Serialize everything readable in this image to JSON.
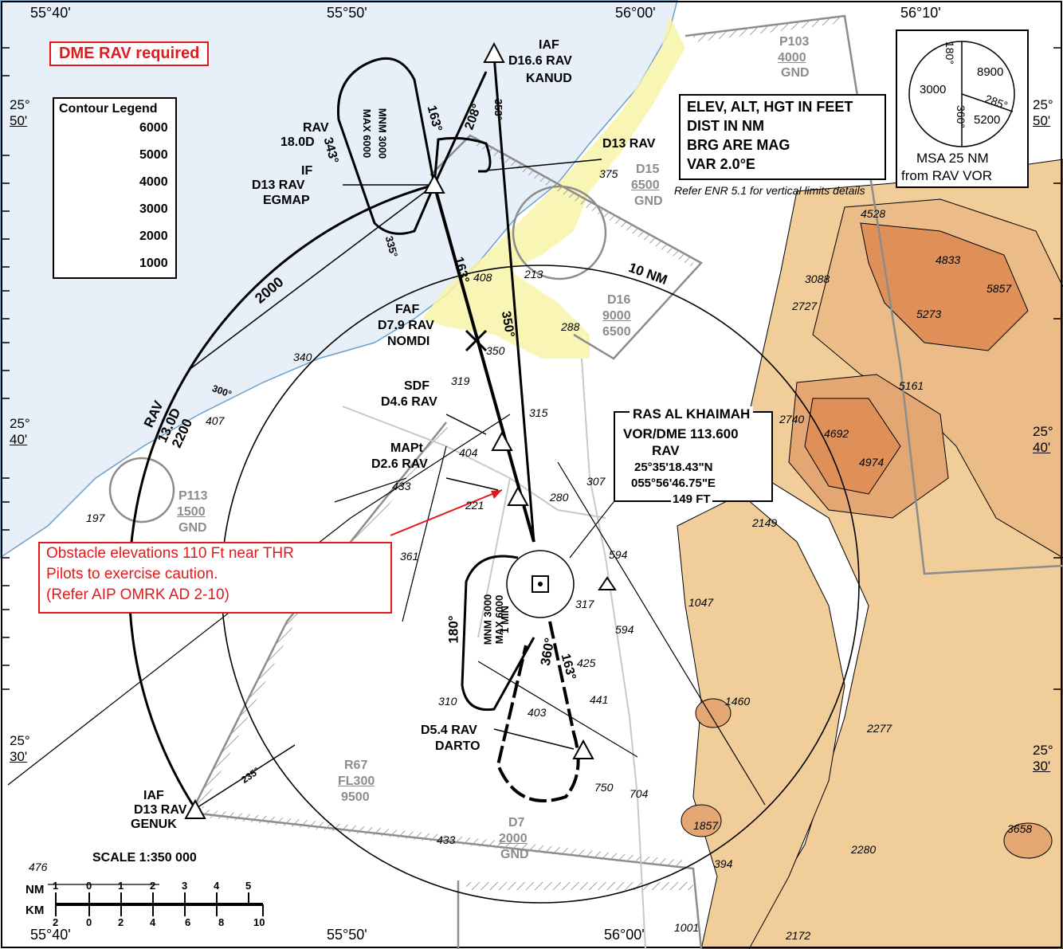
{
  "coords": {
    "top_lon": [
      "55°40'",
      "55°50'",
      "56°00'",
      "56°10'"
    ],
    "bottom_lon": [
      "55°40'",
      "55°50'",
      "56°00'"
    ],
    "lat_left": [
      {
        "deg": "25°",
        "min": "50'"
      },
      {
        "deg": "25°",
        "min": "40'"
      },
      {
        "deg": "25°",
        "min": "30'"
      }
    ],
    "lat_right": [
      {
        "deg": "25°",
        "min": "50'"
      },
      {
        "deg": "25°",
        "min": "40'"
      },
      {
        "deg": "25°",
        "min": "30'"
      }
    ]
  },
  "notice": {
    "dme_required": "DME RAV required"
  },
  "contour_legend": {
    "title": "Contour Legend",
    "levels": [
      "6000",
      "5000",
      "4000",
      "3000",
      "2000",
      "1000"
    ],
    "colors": [
      "#d4763f",
      "#de9058",
      "#e4a672",
      "#ebbb88",
      "#f1cd99"
    ]
  },
  "info_box": {
    "lines": [
      "ELEV, ALT, HGT IN FEET",
      "DIST IN NM",
      "BRG ARE MAG",
      "VAR 2.0°E"
    ],
    "note": "Refer ENR 5.1 for vertical limits details"
  },
  "msa": {
    "sector_north": "8900",
    "sector_west": "3000",
    "sector_south": "5200",
    "brg_180": "180°",
    "brg_285": "285°",
    "brg_360": "360°",
    "caption_line1": "MSA 25 NM",
    "caption_line2": "from RAV VOR"
  },
  "vor": {
    "name": "RAS AL KHAIMAH",
    "freq": "VOR/DME 113.600",
    "ident": "RAV",
    "lat": "25°35'18.43\"N",
    "lon": "055°56'46.75\"E",
    "elev": "149 FT"
  },
  "fixes": {
    "iaf_north": {
      "l1": "IAF",
      "l2": "D16.6 RAV",
      "l3": "KANUD"
    },
    "if": {
      "l1": "IF",
      "l2": "D13 RAV",
      "l3": "EGMAP"
    },
    "faf": {
      "l1": "FAF",
      "l2": "D7.9 RAV",
      "l3": "NOMDI"
    },
    "sdf": {
      "l1": "SDF",
      "l2": "D4.6 RAV"
    },
    "mapt": {
      "l1": "MAPt",
      "l2": "D2.6 RAV"
    },
    "darto": {
      "l1": "D5.4 RAV",
      "l2": "DARTO"
    },
    "iaf_sw": {
      "l1": "IAF",
      "l2": "D13 RAV",
      "l3": "GENUK"
    },
    "rav18": {
      "l1": "RAV",
      "l2": "18.0D"
    },
    "d13": "D13 RAV"
  },
  "tracks": {
    "t163_top": "163°",
    "t343": "343°",
    "t208": "208°",
    "t353": "353°",
    "t335": "335°",
    "t163_mid": "163°",
    "t350": "350°",
    "t180": "180°",
    "t360": "360°",
    "t163_low": "163°",
    "t300": "300°",
    "t235": "235°",
    "ten_nm": "10 NM",
    "arc_2000": "2000",
    "arc_l1": "RAV",
    "arc_l2": "13.0D",
    "arc_l3": "2200"
  },
  "holds": {
    "north": {
      "l1": "MNM 3000",
      "l2": "MAX 6000"
    },
    "south": {
      "l1": "MNM 3000",
      "l2": "MAX 6000",
      "l3": "1 MIN"
    }
  },
  "airspace": {
    "p103": {
      "name": "P103",
      "upper": "4000",
      "lower": "GND"
    },
    "d15": {
      "name": "D15",
      "upper": "6500",
      "lower": "GND"
    },
    "d16": {
      "name": "D16",
      "upper": "9000",
      "lower": "6500"
    },
    "p113": {
      "name": "P113",
      "upper": "1500",
      "lower": "GND"
    },
    "r67": {
      "name": "R67",
      "upper": "FL300",
      "lower": "9500"
    },
    "d7": {
      "name": "D7",
      "upper": "2000",
      "lower": "GND"
    }
  },
  "obstacles": [
    "375",
    "408",
    "213",
    "288",
    "350",
    "340",
    "319",
    "315",
    "407",
    "404",
    "433",
    "221",
    "280",
    "307",
    "197",
    "361",
    "594",
    "317",
    "594",
    "425",
    "310",
    "403",
    "441",
    "750",
    "704",
    "433",
    "1001"
  ],
  "spot_heights": [
    "4528",
    "4833",
    "3088",
    "5857",
    "2727",
    "5273",
    "2740",
    "5161",
    "4692",
    "4974",
    "2149",
    "1047",
    "1460",
    "2277",
    "1857",
    "394",
    "2280",
    "3658",
    "2172",
    "476"
  ],
  "caution": {
    "l1": "Obstacle elevations 110 Ft near THR",
    "l2": "Pilots to exercise caution.",
    "l3": "(Refer AIP OMRK AD 2-10)"
  },
  "scale": {
    "title": "SCALE   1:350 000",
    "nm_label": "NM",
    "km_label": "KM",
    "nm_ticks": [
      "1",
      "0",
      "1",
      "2",
      "3",
      "4",
      "5"
    ],
    "km_ticks": [
      "2",
      "0",
      "2",
      "4",
      "6",
      "8",
      "10"
    ]
  },
  "colors": {
    "sea": "#e7f0f8",
    "coast": "#6aa1cc",
    "yellow": "#f8f3a8",
    "terrain_low": "#f1cd99",
    "terrain_mid": "#ebbb88",
    "terrain_high": "#de9058",
    "airspace_gray": "#8c8c8c",
    "red": "#e2191c"
  }
}
